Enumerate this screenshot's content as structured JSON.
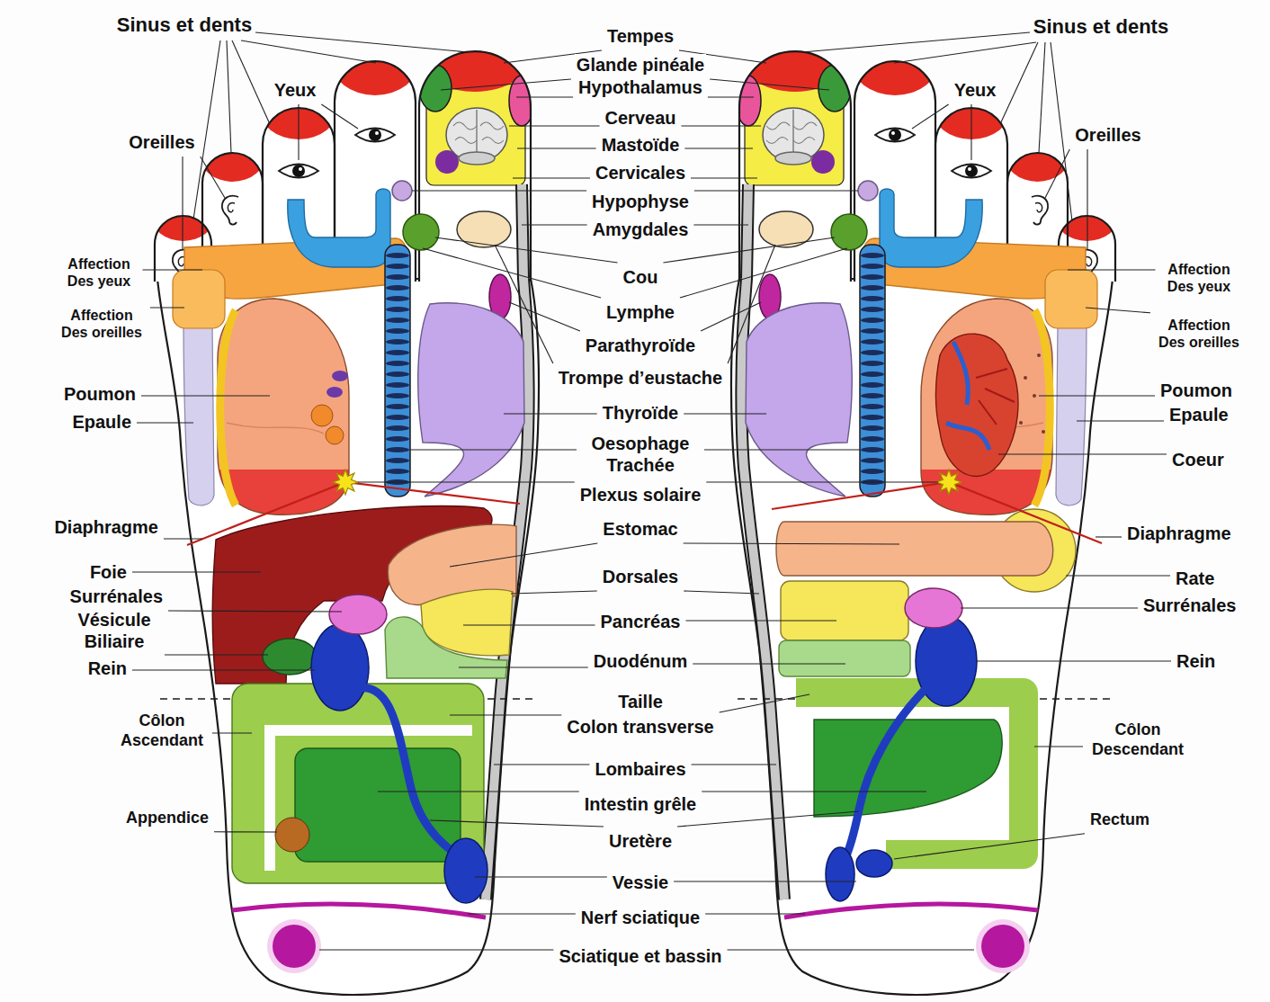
{
  "diagram": {
    "labels": [
      "Sinus et dents",
      "Yeux",
      "Oreilles",
      "Affection Des yeux",
      "Affection Des oreilles",
      "Poumon",
      "Epaule",
      "Diaphragme",
      "Foie",
      "Surrénales",
      "Vésicule Biliaire",
      "Rein",
      "Côlon Ascendant",
      "Appendice",
      "Tempes",
      "Glande pinéale",
      "Hypothalamus",
      "Cerveau",
      "Mastoïde",
      "Cervicales",
      "Hypophyse",
      "Amygdales",
      "Cou",
      "Lymphe",
      "Parathyroïde",
      "Trompe d’eustache",
      "Thyroïde",
      "Oesophage Trachée",
      "Plexus solaire",
      "Estomac",
      "Dorsales",
      "Pancréas",
      "Duodénum",
      "Taille",
      "Colon transverse",
      "Lombaires",
      "Intestin grêle",
      "Uretère",
      "Vessie",
      "Nerf sciatique",
      "Sciatique et bassin",
      "Sinus et dents",
      "Yeux",
      "Oreilles",
      "Affection Des yeux",
      "Affection Des oreilles",
      "Poumon",
      "Epaule",
      "Coeur",
      "Diaphragme",
      "Rate",
      "Surrénales",
      "Rein",
      "Côlon Descendant",
      "Rectum"
    ]
  }
}
